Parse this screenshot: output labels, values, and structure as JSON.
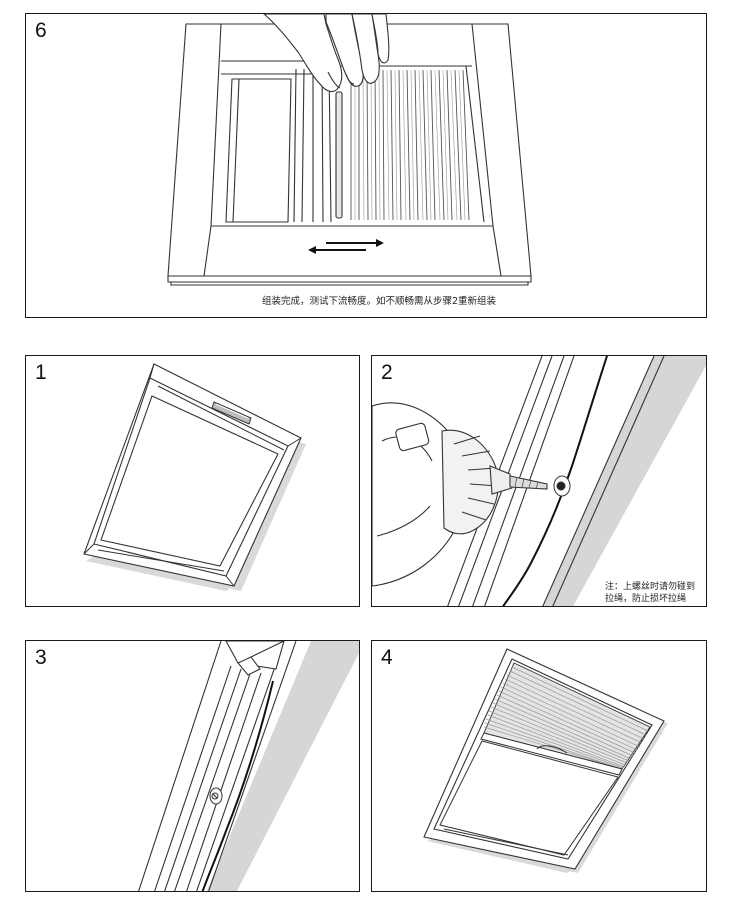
{
  "steps": {
    "step6": {
      "number": "6",
      "caption": "组装完成，测试下流畅度。如不顺畅需从步骤2重新组装"
    },
    "step1": {
      "number": "1"
    },
    "step2": {
      "number": "2",
      "note_line1": "注：上螺丝时请勿碰到",
      "note_line2": "拉绳，防止损坏拉绳"
    },
    "step3": {
      "number": "3"
    },
    "step4": {
      "number": "4"
    }
  },
  "icons": [
    "double-arrow-icon",
    "screw-icon",
    "drill-icon",
    "hand-icon"
  ]
}
